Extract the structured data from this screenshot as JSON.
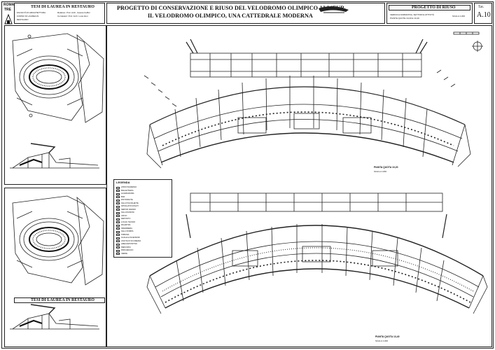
{
  "institution": {
    "line1": "ROMA",
    "line2": "TRE"
  },
  "left_panel": {
    "header": "TESI DI LAUREA IN RESTAURO",
    "faculty": [
      "FACOLTÀ DI ARCHITETTURA",
      "CORSO DI LAUREA IN",
      "RESTAURO"
    ],
    "supervisors": [
      "Relatore: Prof. Arch. Cesare Feiffer",
      "Correlatori: Prof. Arch. Luca Zevi"
    ],
    "header_2": "TESI DI LAUREA IN RESTAURO"
  },
  "title": {
    "line1": "PROGETTO DI CONSERVAZIONE E RIUSO DEL VELODROMO OLIMPICO ALL'EUR",
    "line2": "IL VELODROMO OLIMPICO, UNA CATTEDRALE MODERNA"
  },
  "info": {
    "section": "PROGETTO DI RIUSO",
    "description": [
      "VERIFICA NORMATIVA, SETTORI E ATTIVITÀ",
      "PIANTE QUOTE 10,20 E 13,40"
    ],
    "scale": "SCALA 1:200",
    "tav_label": "Tav.",
    "tav_number": "A.10"
  },
  "plans": {
    "upper_label": "PIANTA QUOTA 10,20",
    "upper_scale": "SCALA 1:200",
    "lower_label": "PIANTA QUOTA 13,40",
    "lower_scale": "SCALA 1:200"
  },
  "legend": {
    "title": "LEGENDA",
    "items": [
      "ATRIO INGRESSO",
      "BIGLIETTERIA",
      "GUARDAROBA",
      "BAR",
      "RISTORANTE",
      "SALA POLIVALENTE",
      "SPOGLIATOI ATLETI",
      "SERVIZI IGIENICI",
      "SALA RIUNIONI",
      "UFFICI",
      "DEPOSITO",
      "LOCALI TECNICI",
      "PALESTRA",
      "INFERMERIA",
      "SALA STAMPA",
      "TRIBUNA",
      "SCALE E ASCENSORI",
      "USCITE DI SICUREZZA",
      "AREA ESPOSITIVA",
      "PERCORSI",
      "PARCHEGGIO",
      "VERDE"
    ]
  }
}
